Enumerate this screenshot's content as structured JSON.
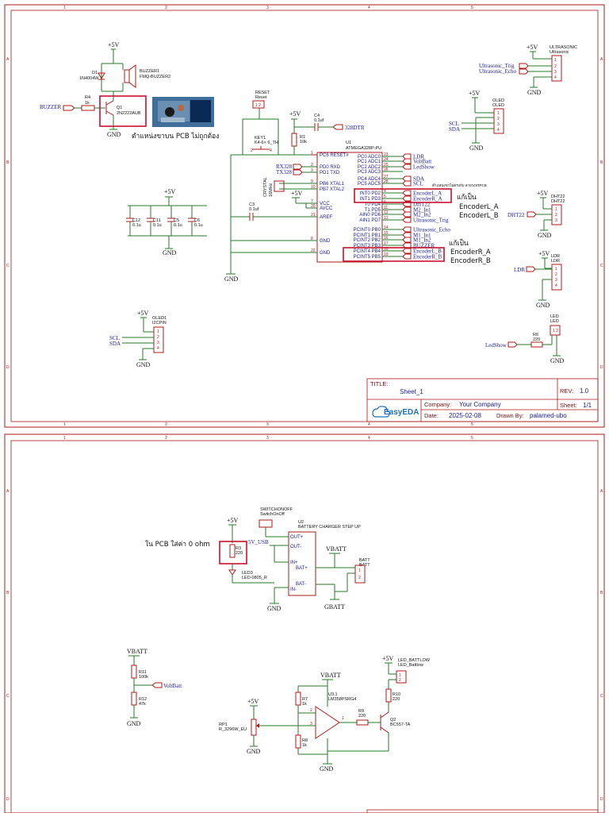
{
  "sheet1": {
    "title_label": "TITLE:",
    "title": "Sheet_1",
    "rev_label": "REV:",
    "rev": "1.0",
    "company_label": "Company:",
    "company": "Your Company",
    "sheet_label": "Sheet:",
    "sheet": "1/1",
    "date_label": "Date:",
    "date": "2025-02-08",
    "drawn_label": "Drawn By:",
    "drawn_by": "palamed-ubo",
    "logo": "EasyEDA"
  },
  "grid": {
    "cols": [
      "1",
      "2",
      "3",
      "4",
      "5"
    ],
    "rows": [
      "A",
      "B",
      "C",
      "D"
    ]
  },
  "parts": {
    "buzzer_name": "BUZZER1",
    "buzzer_part": "FMQ-BUZZER2",
    "d1_name": "D1",
    "d1_part": "1N4004W",
    "r4_name": "R4",
    "r4_val": "1k",
    "q1_name": "Q1",
    "q1_part": "2N2222AUB",
    "buzzer_net": "BUZZER",
    "pcb_note": "ตำแหน่งขาบน PCB ไม่ถูกต้อง",
    "reset_name": "RESET",
    "reset_part": "Reset",
    "key1_name": "KEY1",
    "key1_part": "K4-6× 6_TH",
    "r1_name": "R1",
    "r1_val": "10k",
    "c4_name": "C4",
    "c4_val": "0.1uf",
    "dtr_net": "328DTR",
    "u1_name": "U1",
    "u1_part": "ATMEGA328P-PU",
    "rx_net": "RX328",
    "tx_net": "TX328",
    "crystal_name": "CRYSTAL",
    "crystal_val": "16MHz",
    "c3_name": "C3",
    "c3_val": "0.1uf",
    "caps": [
      "C12",
      "C11",
      "C5",
      "C6"
    ],
    "cap_val": "0.1u",
    "vcc": "+5V",
    "gnd": "GND",
    "oled_conn": "OLED",
    "ultra_name": "ULTRASONIC",
    "ultra_part": "Ultrasonic",
    "ultra_trig": "Ultrasonic_Trig",
    "ultra_echo": "Ultrasonic_Echo",
    "scl": "SCL",
    "sda": "SDA",
    "dht_name": "DHT22",
    "ldr_name": "LDR",
    "led_name": "LED",
    "r6_name": "R6",
    "r6_val": "220",
    "ledshow": "LedShow",
    "oled1_name": "OLED1",
    "oled1_part": "I2CPIN",
    "note_encoder1": "แก้เป็น",
    "encl_a": "EncoderL_A",
    "encl_b": "EncoderL_B",
    "note_encoder2": "แก้เป็น",
    "encr_a": "EncoderR_A",
    "encr_b": "EncoderR_B",
    "small_note": "ตำแหน่งขาไม่ตรงกับ ลายวงจรPCB"
  },
  "u1_left": [
    {
      "n": "1",
      "label": "PC6 RESET#"
    },
    {
      "n": "2",
      "label": "PD0 RXD"
    },
    {
      "n": "3",
      "label": "PD1 TXD"
    },
    {
      "n": "9",
      "label": "PB6 XTAL1"
    },
    {
      "n": "10",
      "label": "PB7 XTAL2"
    },
    {
      "n": "7",
      "label": "VCC"
    },
    {
      "n": "20",
      "label": "AVCC"
    },
    {
      "n": "21",
      "label": "AREF"
    },
    {
      "n": "8",
      "label": "GND"
    },
    {
      "n": "22",
      "label": "GND"
    }
  ],
  "u1_right": [
    {
      "n": "23",
      "label": "PC0 ADC0",
      "net": "LDR"
    },
    {
      "n": "24",
      "label": "PC1 ADC1",
      "net": "VoltBatt"
    },
    {
      "n": "25",
      "label": "PC2 ADC2",
      "net": "LedShow"
    },
    {
      "n": "26",
      "label": "PC3 ADC3",
      "net": ""
    },
    {
      "n": "27",
      "label": "PC4 ADC4",
      "net": "SDA"
    },
    {
      "n": "28",
      "label": "PC5 ADC5",
      "net": "SCL"
    },
    {
      "n": "4",
      "label": "INT0 PD2",
      "net": "EncoderL_A"
    },
    {
      "n": "5",
      "label": "INT1 PD3",
      "net": "EncoderR_A"
    },
    {
      "n": "6",
      "label": "T0 PD4",
      "net": "DHT22"
    },
    {
      "n": "11",
      "label": "T1 PD5",
      "net": "M2_In1"
    },
    {
      "n": "12",
      "label": "AIN0 PD6",
      "net": "M2_In2"
    },
    {
      "n": "13",
      "label": "AIN1 PD7",
      "net": "Ultrasonic_Trig"
    },
    {
      "n": "14",
      "label": "PCINT0 PB0",
      "net": "Ultrasonic_Echo"
    },
    {
      "n": "15",
      "label": "PCINT1 PB1",
      "net": "M1_In1"
    },
    {
      "n": "16",
      "label": "PCINT2 PB2",
      "net": "M1_In2"
    },
    {
      "n": "17",
      "label": "PCINT3 PB3",
      "net": "BUZZER"
    },
    {
      "n": "18",
      "label": "PCINT4 PB4",
      "net": "EncoderL_B"
    },
    {
      "n": "19",
      "label": "PCINT5 PB5",
      "net": "EncoderR_B"
    }
  ],
  "sheet2": {
    "switch_name": "SWITCHONOFF",
    "switch_part": "SwitchOnOff",
    "u2_name": "U2",
    "u2_part": "BATTERY CHARGER STEP UP",
    "u2_pins": [
      "OUT+",
      "OUT-",
      "IN+",
      "BAT+",
      "BAT-",
      "IN-"
    ],
    "note_pcb": "ใน PCB ใส่ค่า 0 ohm",
    "r3_name": "R3",
    "r3_val": "220",
    "v5usb": "5V_USB",
    "led3_name": "LED3",
    "led3_part": "LED-0805_R",
    "vbatt": "VBATT",
    "gbatt": "GBATT",
    "batt_name": "BATT",
    "batt_part": "BATT",
    "r11_name": "R11",
    "r11_val": "100k",
    "r12_name": "R12",
    "r12_val": "47k",
    "voltbatt": "VoltBatt",
    "led_battlow": "LED_BATTLOW",
    "led_battlow_part": "LED_Battlow",
    "u3_name": "U3.1",
    "u3_part": "LM358PSRG4",
    "r7_name": "R7",
    "r7_val": "1k",
    "r8_name": "R8",
    "r8_val": "1k",
    "r9_name": "R9",
    "r9_val": "220",
    "r10_name": "R10",
    "r10_val": "220",
    "q2_name": "Q2",
    "q2_part": "BC557-TA",
    "rp1_name": "RP1",
    "rp1_part": "R_3296W_EU"
  }
}
